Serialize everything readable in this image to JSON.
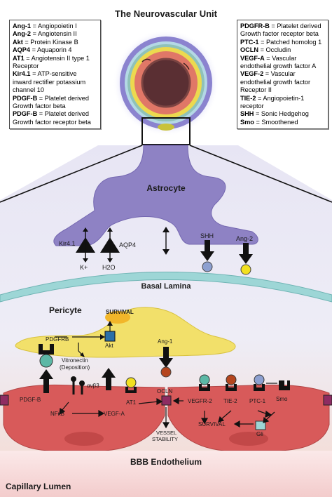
{
  "title": "The Neurovascular Unit",
  "legend_left": [
    {
      "abbr": "Ang-1",
      "def": "= Angiopoietin I"
    },
    {
      "abbr": "Ang-2",
      "def": "= Angiotensin II"
    },
    {
      "abbr": "Akt",
      "def": "= Protein Kinase B"
    },
    {
      "abbr": "AQP4",
      "def": "= Aquaporin 4"
    },
    {
      "abbr": "AT1",
      "def": "= Angiotensin II type 1 Receptor"
    },
    {
      "abbr": "Kir4.1",
      "def": "= ATP-sensitive inward rectifier potassium channel 10"
    },
    {
      "abbr": "PDGF-B",
      "def": "= Platelet derived Growth factor beta"
    },
    {
      "abbr": "PDGF-B",
      "def": "= Platelet derived Growth factor receptor beta"
    }
  ],
  "legend_right": [
    {
      "abbr": "PDGFR-B",
      "def": "= Platelet derived Growth factor receptor beta"
    },
    {
      "abbr": "PTC-1",
      "def": "= Patched homolog 1"
    },
    {
      "abbr": "OCLN",
      "def": "= Occludin"
    },
    {
      "abbr": "VEGF-A",
      "def": "= Vascular endothelial growth factor A"
    },
    {
      "abbr": "VEGF-2",
      "def": "= Vascular endothelial growth factor Receptor II"
    },
    {
      "abbr": "TIE-2",
      "def": "= Angiopoietin-1 receptor"
    },
    {
      "abbr": "SHH",
      "def": "= Sonic Hedgehog"
    },
    {
      "abbr": "Smo",
      "def": "= Smoothened"
    }
  ],
  "labels": {
    "astrocyte": "Astrocyte",
    "kir41": "Kir4.1",
    "aqp4": "AQP4",
    "kplus": "K+",
    "h2o": "H2O",
    "shh": "SHH",
    "ang2": "Ang-2",
    "basal_lamina": "Basal Lamina",
    "pericyte": "Pericyte",
    "survival_pericyte": "SURVIVAL",
    "pdgfrb": "PDGFRB",
    "akt": "Akt",
    "vitronectin": "Vitronectin",
    "deposition": "(Deposition)",
    "ang1": "Ang-1",
    "avb3": "αvβ3",
    "pdgfb": "PDGF-B",
    "nfkb": "NFκB",
    "vegfa": "VEGF-A",
    "at1": "AT1",
    "ocln": "OCLN",
    "vessel": "VESSEL",
    "stability": "STABILITY",
    "vegfr2": "VEGFR-2",
    "tie2": "TIE-2",
    "ptc1": "PTC-1",
    "smo": "Smo",
    "survival_endo": "SURVIVAL",
    "gli": "Gli",
    "bbb": "BBB Endothelium",
    "capillary": "Capillary Lumen"
  },
  "colors": {
    "astrocyte": "#8e82c4",
    "pericyte": "#f2e06a",
    "endothelium": "#d85a5a",
    "basal_lamina": "#9dd6d6",
    "lumen": "#f6d7d7",
    "teal": "#5cb8a6",
    "shh_ball": "#8da0d0",
    "ang2_ball": "#f2e020",
    "ang1_ball": "#b5451e"
  }
}
